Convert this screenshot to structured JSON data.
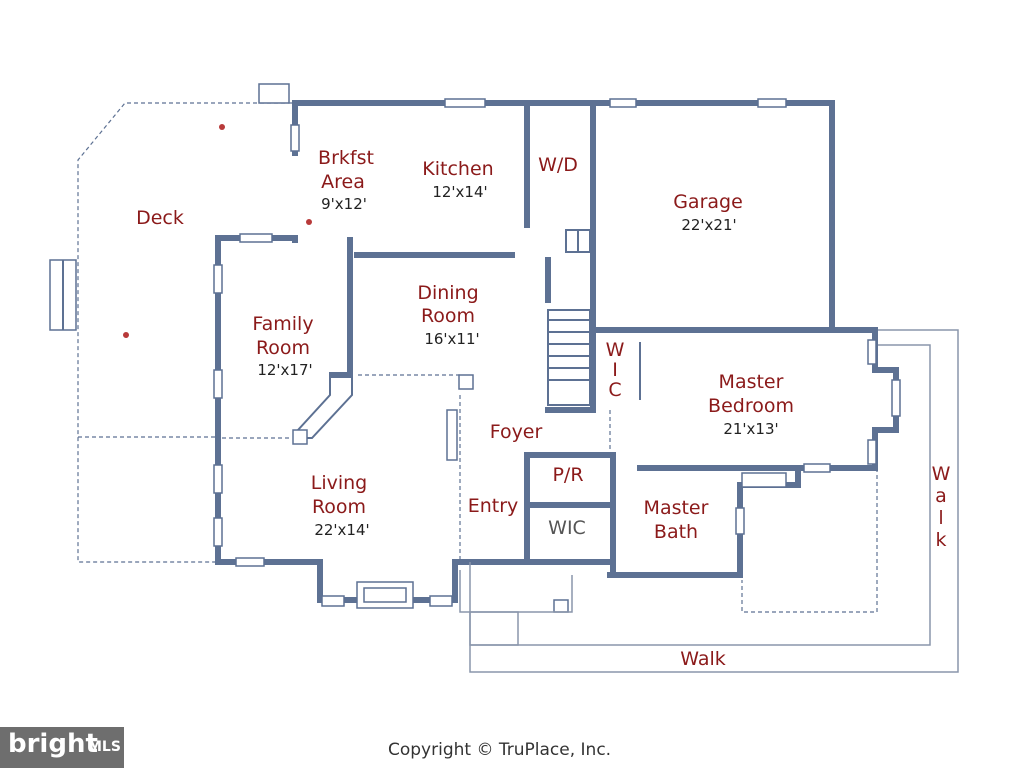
{
  "rooms": {
    "deck": {
      "name": "Deck"
    },
    "breakfast": {
      "name_line1": "Brkfst",
      "name_line2": "Area",
      "dims": "9'x12'"
    },
    "kitchen": {
      "name": "Kitchen",
      "dims": "12'x14'"
    },
    "wd": {
      "name": "W/D"
    },
    "garage": {
      "name": "Garage",
      "dims": "22'x21'"
    },
    "dining": {
      "name_line1": "Dining",
      "name_line2": "Room",
      "dims": "16'x11'"
    },
    "family": {
      "name_line1": "Family",
      "name_line2": "Room",
      "dims": "12'x17'"
    },
    "wic_vertical": {
      "w": "W",
      "i": "I",
      "c": "C"
    },
    "master_bedroom": {
      "name_line1": "Master",
      "name_line2": "Bedroom",
      "dims": "21'x13'"
    },
    "foyer": {
      "name": "Foyer"
    },
    "pr": {
      "name": "P/R"
    },
    "living": {
      "name_line1": "Living",
      "name_line2": "Room",
      "dims": "22'x14'"
    },
    "entry": {
      "name": "Entry"
    },
    "wic": {
      "name": "WIC"
    },
    "master_bath": {
      "name_line1": "Master",
      "name_line2": "Bath"
    }
  },
  "walk_right": {
    "w": "W",
    "a": "a",
    "l": "l",
    "k": "k"
  },
  "walk_bottom": {
    "name": "Walk"
  },
  "logo": {
    "brand": "bright",
    "suffix": "MLS"
  },
  "copyright": "Copyright © TruPlace, Inc.",
  "colors": {
    "wall": "#5d7193",
    "label": "#8b1a1a",
    "logo_bg": "#6e6e6e"
  }
}
